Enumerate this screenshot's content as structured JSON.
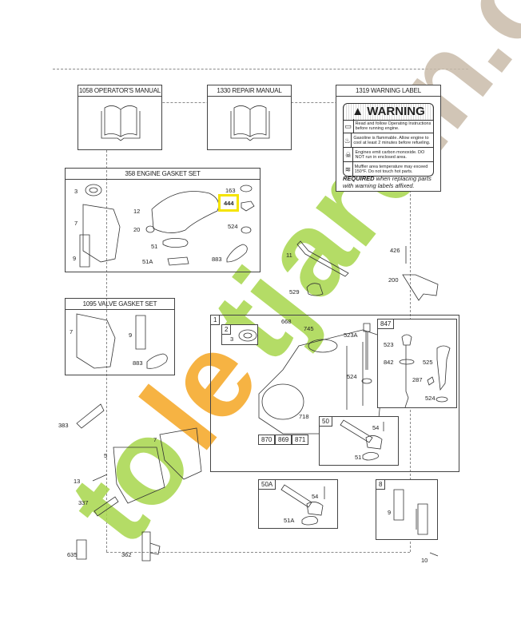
{
  "diagram": {
    "type": "exploded-parts-diagram",
    "watermark": {
      "text": "toletjardin.com",
      "colors": {
        "green": "#a8d64c",
        "orange": "#f5a623",
        "taupe": "#c9bcaa"
      }
    },
    "highlight_color": "#f5e400",
    "kits": {
      "operators_manual": {
        "title": "1058 OPERATOR'S MANUAL"
      },
      "repair_manual": {
        "title": "1330 REPAIR MANUAL"
      },
      "warning_label": {
        "title": "1319 WARNING LABEL",
        "heading": "WARNING",
        "rows": [
          {
            "icon": "book-icon",
            "text": "Read and follow Operating Instructions before running engine."
          },
          {
            "icon": "fire-icon",
            "text": "Gasoline is flammable. Allow engine to cool at least 2 minutes before refueling."
          },
          {
            "icon": "fumes-icon",
            "text": "Engines emit carbon monoxide. DO NOT run in enclosed area."
          },
          {
            "icon": "hot-surface-icon",
            "text": "Muffler area temperature may exceed 150°F. Do not touch hot parts."
          }
        ],
        "required_bold": "REQUIRED",
        "required_text": " when replacing parts with warning labels affixed."
      },
      "engine_gasket_set": {
        "title": "358 ENGINE GASKET SET",
        "parts": [
          "3",
          "7",
          "9",
          "12",
          "20",
          "51",
          "51A",
          "163",
          "444",
          "524",
          "883"
        ],
        "highlighted_part": "444"
      },
      "valve_gasket_set": {
        "title": "1095 VALVE GASKET SET",
        "parts": [
          "7",
          "9",
          "883"
        ]
      },
      "cylinder_assembly": {
        "tag": "1",
        "sub_tag": "2",
        "sub_parts": [
          "3"
        ],
        "parts": [
          "668",
          "745",
          "523A",
          "524",
          "718"
        ],
        "bottom_tags": [
          "870",
          "869",
          "871"
        ]
      },
      "dipstick_kit": {
        "tag": "847",
        "parts": [
          "523",
          "842",
          "525",
          "287",
          "524"
        ]
      },
      "breather_kit_50": {
        "tag": "50",
        "parts": [
          "54",
          "51"
        ]
      },
      "breather_kit_50a": {
        "tag": "50A",
        "parts": [
          "54",
          "51A"
        ]
      },
      "kit_8": {
        "tag": "8",
        "parts": [
          "9"
        ]
      }
    },
    "loose_parts": [
      "11",
      "426",
      "200",
      "529",
      "383",
      "5",
      "7",
      "13",
      "337",
      "635",
      "362",
      "10"
    ]
  }
}
